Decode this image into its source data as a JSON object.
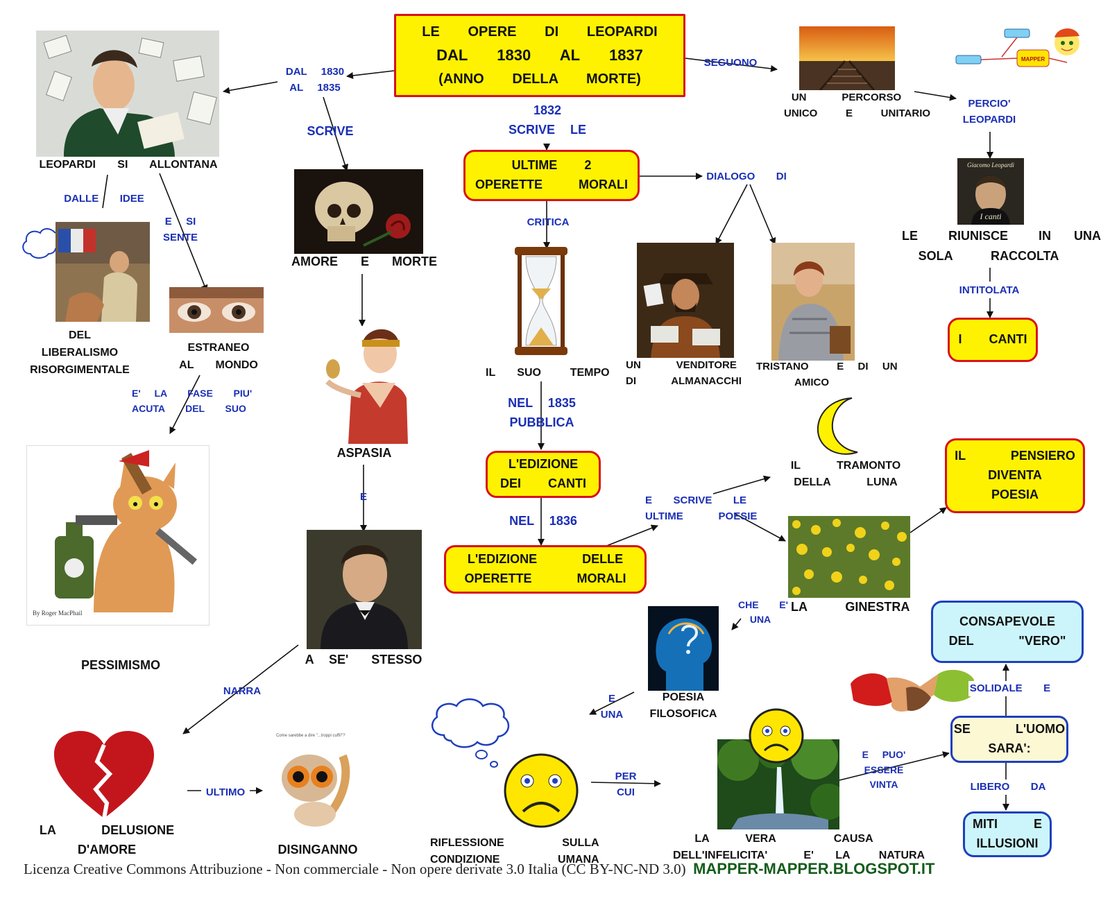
{
  "title": {
    "line1": "LE   OPERE   DI   LEOPARDI",
    "line2": "DAL   1830   AL   1837",
    "line3": "(ANNO   DELLA   MORTE)"
  },
  "links": {
    "dal_al": "DAL  1830\nAL  1835",
    "seguono": "SEGUONO",
    "scrive_le_1832": "1832\nSCRIVE  LE",
    "scrive": "SCRIVE",
    "dalle_idee": "DALLE   IDEE",
    "e_si_sente": "E  SI\nSENTE",
    "e_la_fase": "E'  LA   FASE   PIU'\nACUTA   DEL   SUO",
    "percio_leopardi": "PERCIO'\nLEOPARDI",
    "dialogo_di": "DIALOGO   DI",
    "critica": "CRITICA",
    "intitolata": "INTITOLATA",
    "nel_1835_pubblica": "NEL  1835\nPUBBLICA",
    "e_aspasia": "E",
    "nel_1836": "NEL  1836",
    "e_scrive_le_ultime_poesie": "E   SCRIVE   LE\nULTIME     POESIE",
    "che_e_una": "CHE   E'\nUNA",
    "narra": "NARRA",
    "e_una": "E\nUNA",
    "ultimo": "ULTIMO",
    "per_cui": "PER\nCUI",
    "e_puo_essere_vinta": "E  PUO'\nESSERE\nVINTA",
    "solidale_e": "SOLIDALE   E",
    "libero_da": "LIBERO   DA"
  },
  "nodes": {
    "leopardi_si_allontana": "LEOPARDI   SI   ALLONTANA",
    "del_liberalismo": "DEL\nLIBERALISMO\nRISORGIMENTALE",
    "estraneo_al_mondo": "ESTRANEO\nAL   MONDO",
    "pessimismo": "PESSIMISMO",
    "amore_e_morte": "AMORE   E   MORTE",
    "aspasia": "ASPASIA",
    "a_se_stesso": "A  SE'   STESSO",
    "ultime_operette": "ULTIME   2\nOPERETTE    MORALI",
    "il_suo_tempo": "IL   SUO    TEMPO",
    "edizione_canti": "L'EDIZIONE\nDEI   CANTI",
    "edizione_operette": "L'EDIZIONE     DELLE\nOPERETTE     MORALI",
    "venditore": "UN     VENDITORE\nDI     ALMANACCHI",
    "tristano": "TRISTANO    E  DI  UN\nAMICO",
    "percorso": "UN     PERCORSO\nUNICO    E    UNITARIO",
    "riunisce": "LE    RIUNISCE    IN   UNA\nSOLA     RACCOLTA",
    "i_canti": "I   CANTI",
    "tramonto_luna": "IL     TRAMONTO\nDELLA     LUNA",
    "pensiero_poesia": "IL     PENSIERO\nDIVENTA\nPOESIA",
    "la_ginestra": "LA     GINESTRA",
    "poesia_filosofica": "POESIA\nFILOSOFICA",
    "consapevole": "CONSAPEVOLE\nDEL     \"VERO\"",
    "se_luomo": "SE     L'UOMO\nSARA':",
    "miti_illusioni": "MITI    E\nILLUSIONI",
    "delusione": "LA      DELUSIONE\nD'AMORE",
    "disinganno": "DISINGANNO",
    "riflessione": "RIFLESSIONE        SULLA\nCONDIZIONE        UMANA",
    "vera_causa": "LA     VERA        CAUSA\nDELL'INFELICITA'     E'   LA    NATURA"
  },
  "images": {
    "book_cover_caption": "Giacomo Leopardi",
    "book_cover_title": "I canti",
    "cat_credit": "By Roger MacPhail",
    "kitten_caption": "Come sarebbe a dire \"...troppi cuffi!\"?",
    "mapper_logo": "MAPPER"
  },
  "footer": {
    "license": "Licenza Creative Commons Attribuzione - Non commerciale - Non opere derivate 3.0 Italia (CC BY-NC-ND 3.0)",
    "blog": "MAPPER-MAPPER.BLOGSPOT.IT"
  },
  "colors": {
    "link_text": "#1a2fb5",
    "yellow_box": "#fff200",
    "yellow_border": "#d8111b",
    "blue_box": "#ccf5fb",
    "blue_border": "#1f3fbd",
    "blog_green": "#145c1c"
  }
}
